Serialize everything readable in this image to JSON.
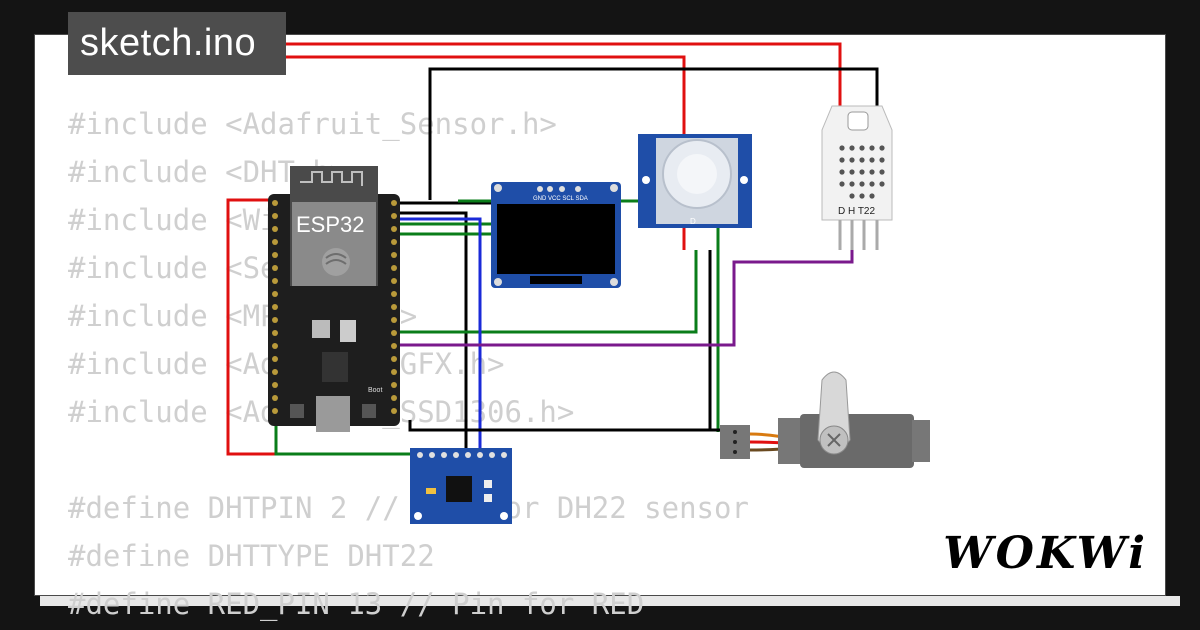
{
  "tab": {
    "filename": "sketch.ino"
  },
  "code": {
    "lines": [
      "#include <Adafruit_Sensor.h>",
      "#include <DHT.h>",
      "#include <WiFi.h>",
      "#include <Servo.h>",
      "#include <MPU6050.h>",
      "#include <Adafruit_GFX.h>",
      "#include <Adafruit_SSD1306.h>",
      "",
      "#define DHTPIN 2 // Pin for DH22 sensor",
      "#define DHTTYPE DHT22",
      "#define RED_PIN 13 // Pin for RED"
    ]
  },
  "components": {
    "esp32": {
      "label": "ESP32",
      "boot_label": "Boot"
    },
    "oled": {
      "pins": "GND VCC SCL SDA"
    },
    "pir": {
      "pin_label": "D"
    },
    "dht22": {
      "label": "D H T22"
    }
  },
  "brand": {
    "logo": "WOKWi"
  },
  "colors": {
    "background": "#141414",
    "tab": "#4d4d4d",
    "code": "#cfcfcf",
    "wire_red": "#e01010",
    "wire_black": "#000000",
    "wire_green": "#0a7d1a",
    "wire_blue": "#1a2ad8",
    "wire_purple": "#7a1a8c",
    "board_blue": "#1f4ea8"
  }
}
